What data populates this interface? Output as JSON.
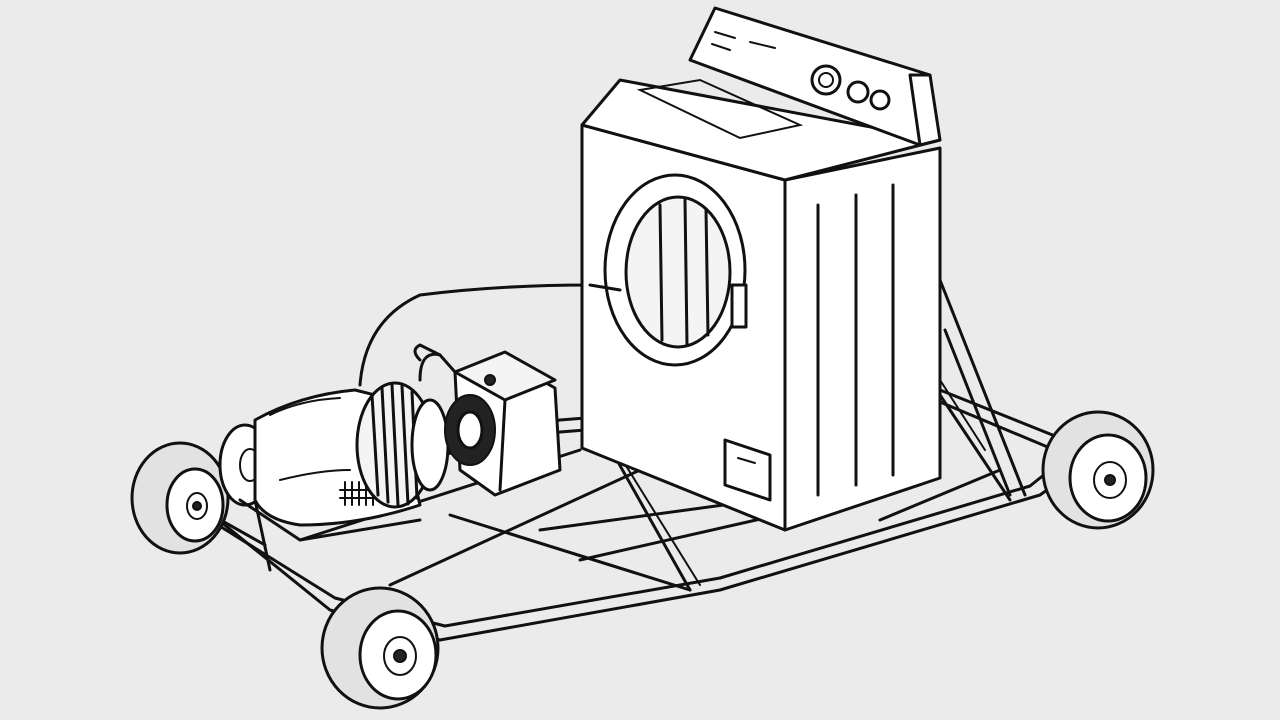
{
  "scene": {
    "background_color": "#ebebeb",
    "ink_color": "#111111",
    "fill_color": "#ffffff",
    "style": "black line-art illustration",
    "subject": [
      "washing-machine",
      "wheeled-frame-cart",
      "electric-motor",
      "battery-box",
      "cable"
    ]
  }
}
